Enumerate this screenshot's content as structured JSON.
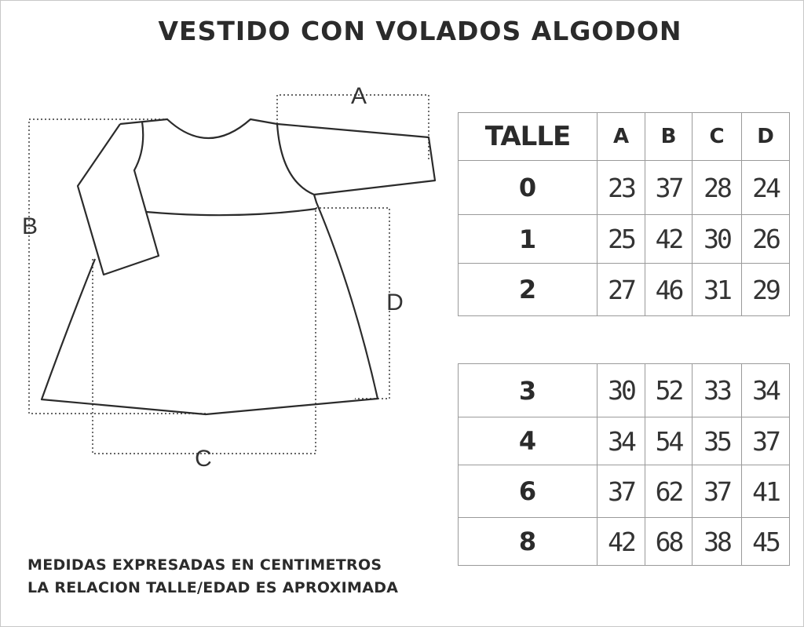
{
  "title": "VESTIDO CON VOLADOS ALGODON",
  "diagram": {
    "labels": {
      "a": "A",
      "b": "B",
      "c": "C",
      "d": "D"
    }
  },
  "table": {
    "header": {
      "size_label": "TALLE",
      "columns": [
        "A",
        "B",
        "C",
        "D"
      ]
    },
    "group_top": [
      {
        "size": "0",
        "values": [
          "23",
          "37",
          "28",
          "24"
        ]
      },
      {
        "size": "1",
        "values": [
          "25",
          "42",
          "30",
          "26"
        ]
      },
      {
        "size": "2",
        "values": [
          "27",
          "46",
          "31",
          "29"
        ]
      }
    ],
    "group_bottom": [
      {
        "size": "3",
        "values": [
          "30",
          "52",
          "33",
          "34"
        ]
      },
      {
        "size": "4",
        "values": [
          "34",
          "54",
          "35",
          "37"
        ]
      },
      {
        "size": "6",
        "values": [
          "37",
          "62",
          "37",
          "41"
        ]
      },
      {
        "size": "8",
        "values": [
          "42",
          "68",
          "38",
          "45"
        ]
      }
    ]
  },
  "notes": {
    "line1": "MEDIDAS EXPRESADAS EN CENTIMETROS",
    "line2": "LA RELACION TALLE/EDAD ES APROXIMADA"
  }
}
